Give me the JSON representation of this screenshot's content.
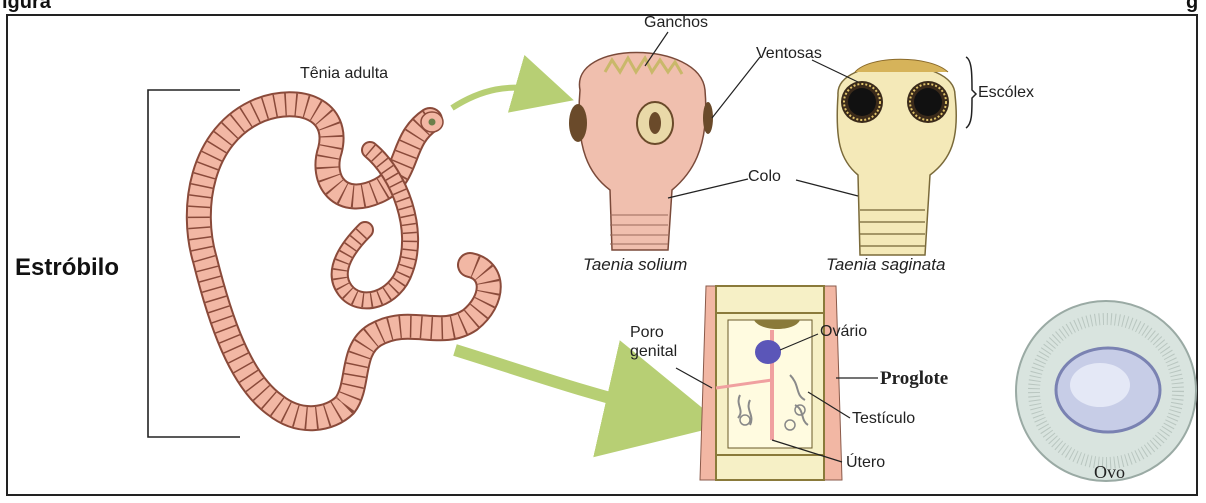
{
  "figure": {
    "header_left": "igura",
    "header_right": "g"
  },
  "labels": {
    "estrobilo": "Estróbilo",
    "tenia_adulta": "Tênia adulta",
    "ganchos": "Ganchos",
    "ventosas": "Ventosas",
    "escolex": "Escólex",
    "colo": "Colo",
    "taenia_solium": "Taenia solium",
    "taenia_saginata": "Taenia saginata",
    "poro_genital": "Poro\ngenital",
    "ovario": "Ovário",
    "proglote": "Proglote",
    "testiculo": "Testículo",
    "utero": "Útero",
    "ovo": "Ovo"
  },
  "colors": {
    "worm_fill": "#f2b7a4",
    "worm_line": "#8a4a3a",
    "arrow": "#b7cf74",
    "scolex_pink": "#f0bfae",
    "scolex_yellow": "#f4e9b8",
    "proglote_fill": "#f6f0c6",
    "ovary": "#5b56b8",
    "egg": "#c9d6d1"
  }
}
